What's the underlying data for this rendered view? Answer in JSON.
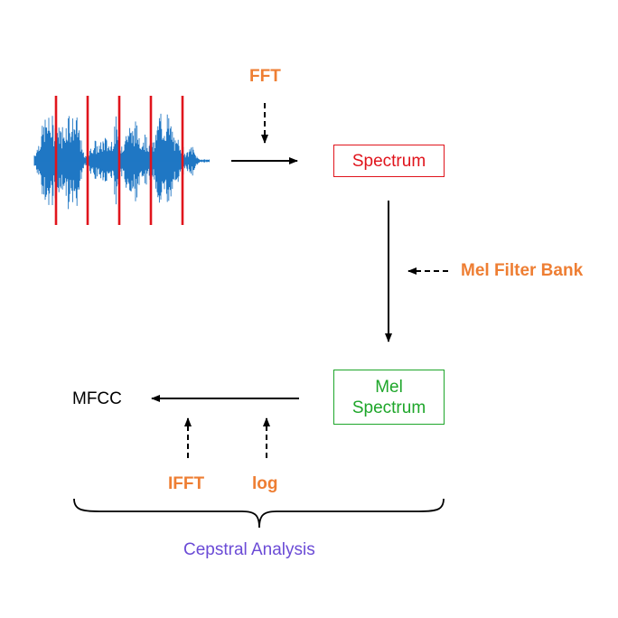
{
  "nodes": {
    "spectrum": "Spectrum",
    "mel_spectrum_line1": "Mel",
    "mel_spectrum_line2": "Spectrum",
    "mfcc": "MFCC"
  },
  "operations": {
    "fft": "FFT",
    "mel_filter_bank": "Mel Filter Bank",
    "ifft": "IFFT",
    "log": "log"
  },
  "group": {
    "cepstral_analysis": "Cepstral Analysis"
  },
  "colors": {
    "waveform": "#1f77c4",
    "frame_lines": "#e0141c",
    "spectrum_box": "#e0141c",
    "mel_box": "#1ea62a",
    "operation_text": "#ee7e33",
    "group_text": "#6b4bd6"
  }
}
